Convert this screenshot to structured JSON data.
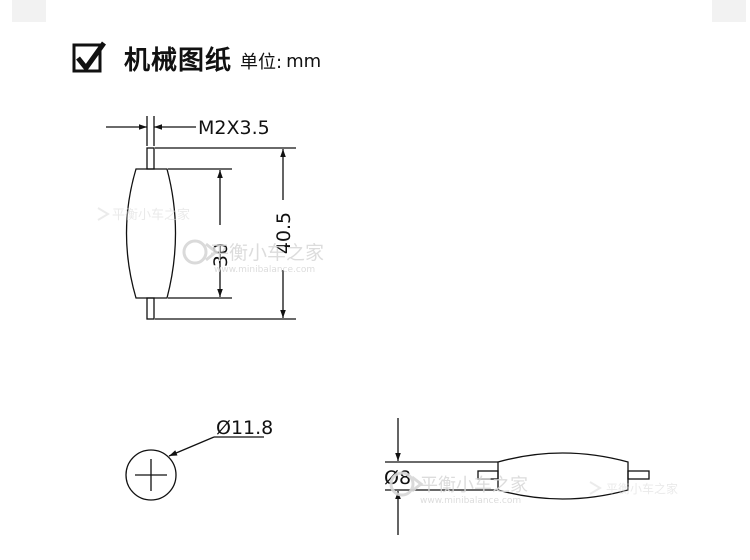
{
  "header": {
    "title": "机械图纸",
    "unit_label": "单位:",
    "unit_value": "mm"
  },
  "dimensions": {
    "shaft_thread": "M2X3.5",
    "total_length": "40.5",
    "body_length": "30",
    "roller_diameter": "Ø11.8",
    "shaft_diameter": "Ø8"
  },
  "watermark": {
    "name": "平衡小车之家",
    "url": "www.minibalance.com"
  }
}
